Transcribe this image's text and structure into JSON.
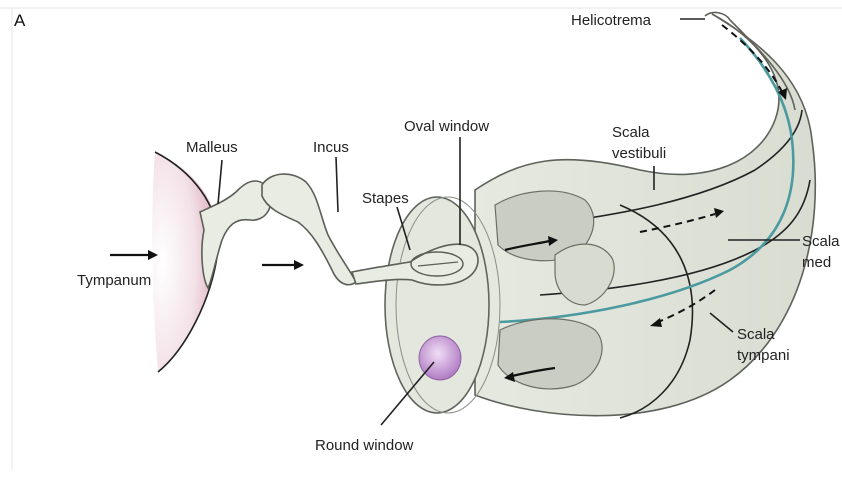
{
  "panel_letter": "A",
  "labels": {
    "helicotrema": "Helicotrema",
    "malleus": "Malleus",
    "incus": "Incus",
    "oval_window": "Oval window",
    "stapes": "Stapes",
    "scala_vestibuli_1": "Scala",
    "scala_vestibuli_2": "vestibuli",
    "scala_media_1": "Scala",
    "scala_media_2": "med",
    "tympanum": "Tympanum",
    "scala_tympani_1": "Scala",
    "scala_tympani_2": "tympani",
    "round_window": "Round window"
  },
  "colors": {
    "tympanum_membrane": "#e8bfcc",
    "round_window": "#c79ad3",
    "basilar_membrane": "#4a9aa0"
  }
}
